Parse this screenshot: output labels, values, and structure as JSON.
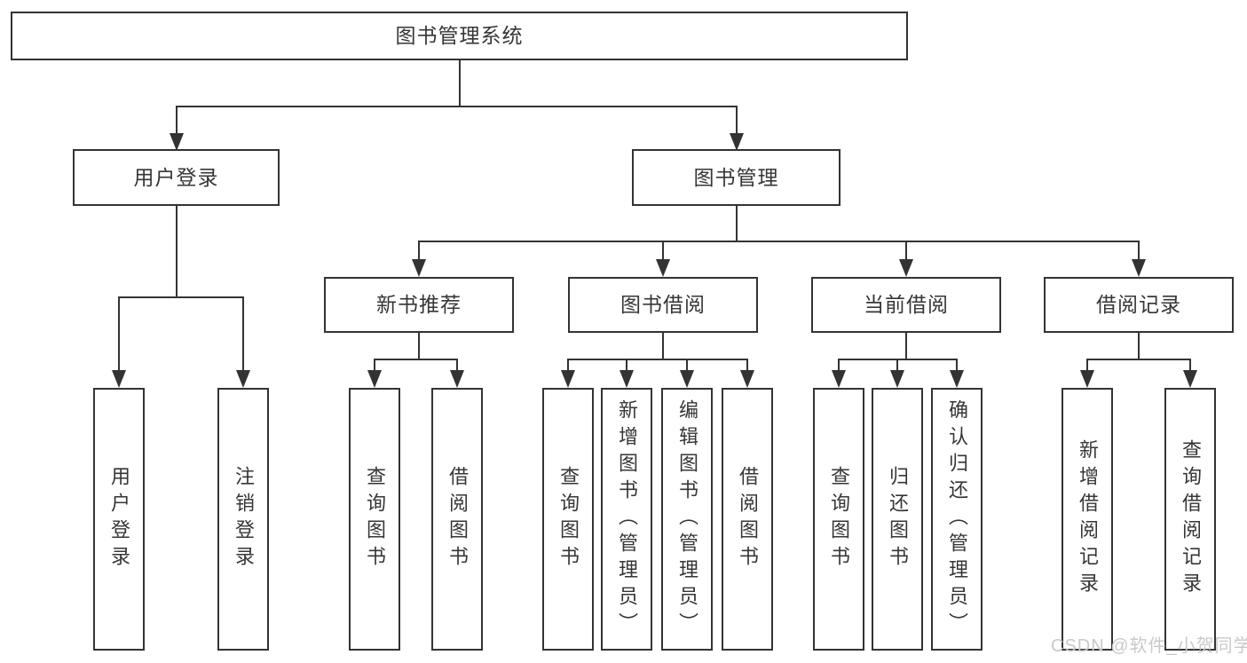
{
  "colors": {
    "line": "#333333",
    "box_border": "#333333",
    "text": "#363636",
    "watermark": "#c9c9c9",
    "background": "#ffffff"
  },
  "watermark": {
    "text": "CSDN @软件_小贺同学"
  },
  "tree": {
    "root": {
      "label": "图书管理系统"
    },
    "children": [
      {
        "label": "用户登录",
        "children": [
          {
            "label": "用户登录"
          },
          {
            "label": "注销登录"
          }
        ]
      },
      {
        "label": "图书管理",
        "children": [
          {
            "label": "新书推荐",
            "children": [
              {
                "label": "查询图书"
              },
              {
                "label": "借阅图书"
              }
            ]
          },
          {
            "label": "图书借阅",
            "children": [
              {
                "label": "查询图书"
              },
              {
                "label": "新增图书（管理员）"
              },
              {
                "label": "编辑图书（管理员）"
              },
              {
                "label": "借阅图书"
              }
            ]
          },
          {
            "label": "当前借阅",
            "children": [
              {
                "label": "查询图书"
              },
              {
                "label": "归还图书"
              },
              {
                "label": "确认归还（管理员）"
              }
            ]
          },
          {
            "label": "借阅记录",
            "children": [
              {
                "label": "新增借阅记录"
              },
              {
                "label": "查询借阅记录"
              }
            ]
          }
        ]
      }
    ]
  }
}
